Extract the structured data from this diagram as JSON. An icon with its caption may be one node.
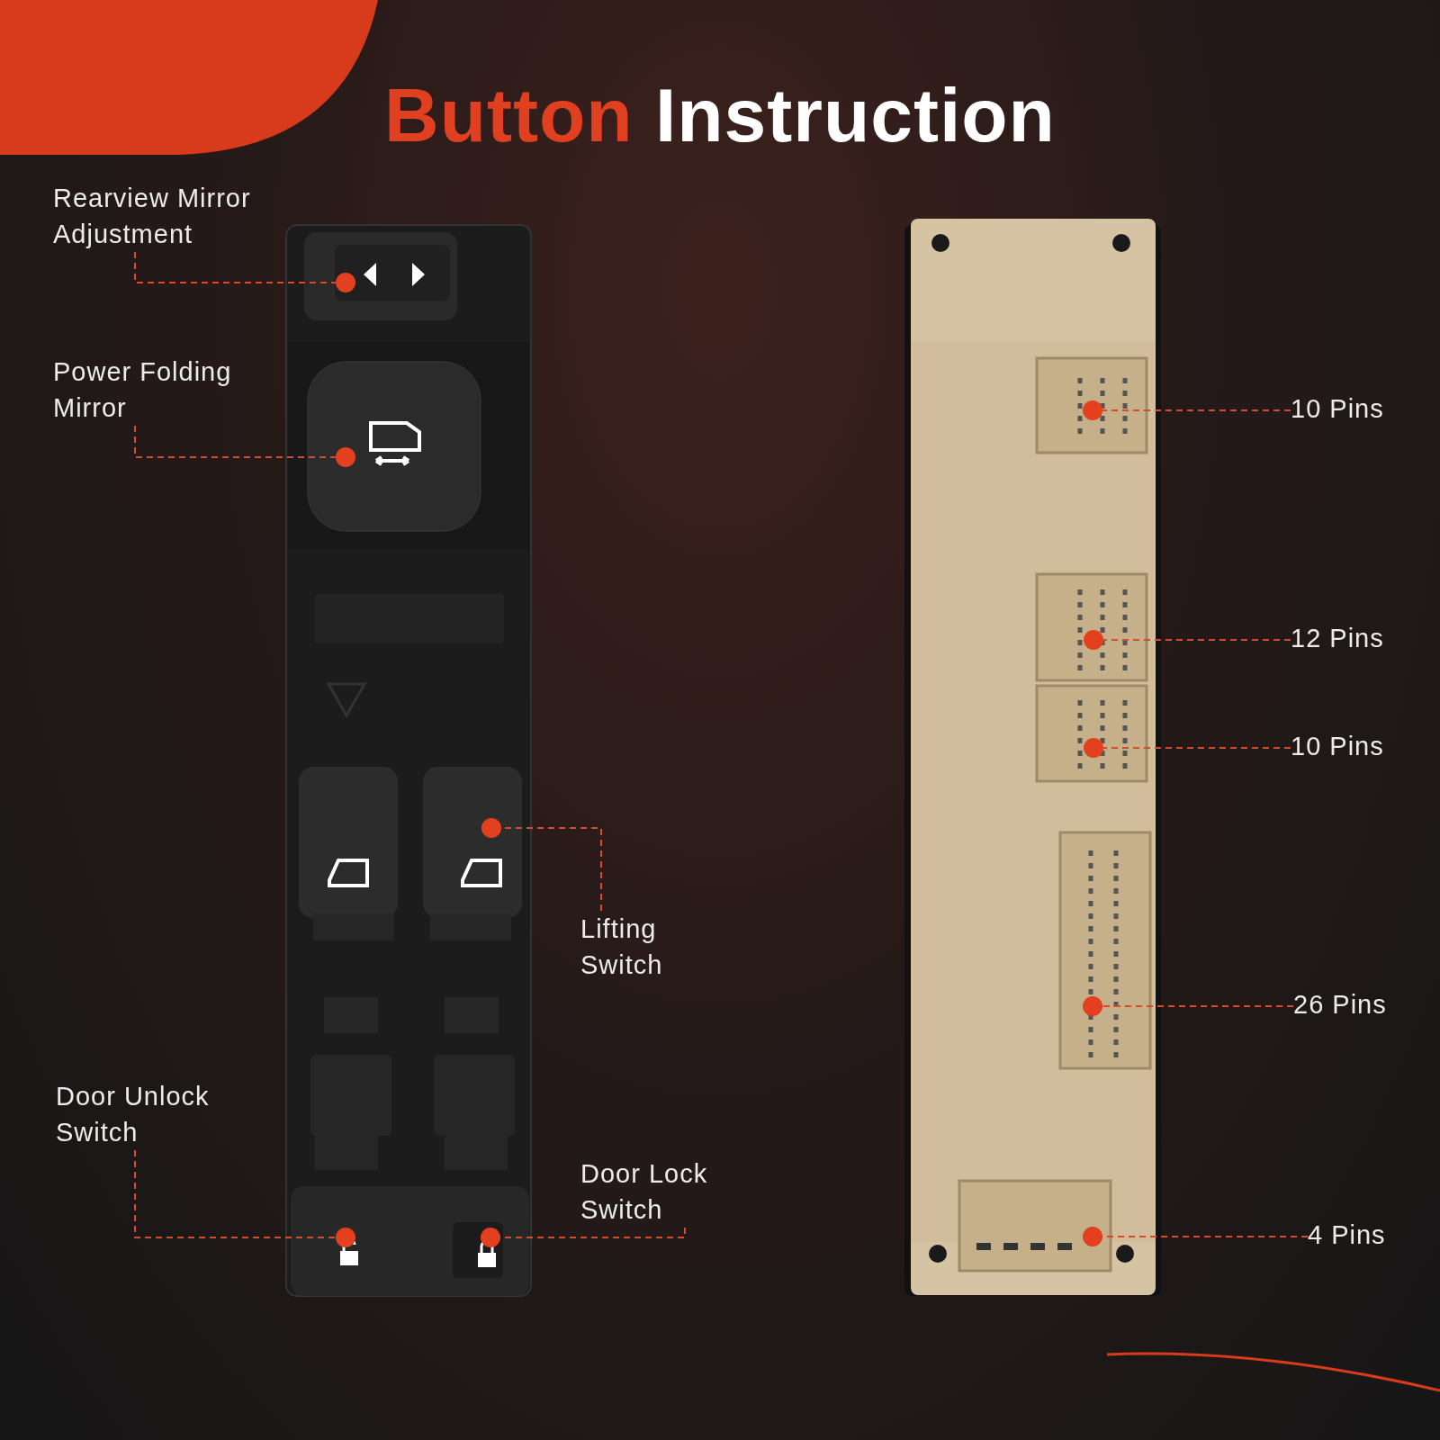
{
  "diagram": {
    "title": "Button Instruction",
    "nodes": [
      {
        "text": [
          "Rearview Mirror Adjustment"
        ]
      },
      {
        "text": [],
        "shape": "circle"
      },
      {
        "text": [
          "Power Folding Mirror"
        ]
      },
      {
        "text": [],
        "shape": "circle"
      },
      {
        "text": [
          "Lifting Switch"
        ]
      },
      {
        "text": [],
        "shape": "circle"
      },
      {
        "text": [
          "Door Unlock Switch"
        ]
      },
      {
        "text": [],
        "shape": "circle"
      },
      {
        "text": [
          "Door Lock Switch"
        ]
      },
      {
        "text": [],
        "shape": "circle"
      },
      {
        "text": [
          "10 Pins"
        ]
      },
      {
        "text": [],
        "shape": "circle"
      },
      {
        "text": [
          "12 Pins"
        ]
      },
      {
        "text": [],
        "shape": "circle"
      },
      {
        "text": [
          "10 Pins"
        ]
      },
      {
        "text": [],
        "shape": "circle"
      },
      {
        "text": [
          "26 Pins"
        ]
      },
      {
        "text": [],
        "shape": "circle"
      },
      {
        "text": [
          "4 Pins"
        ]
      },
      {
        "text": [],
        "shape": "circle"
      }
    ],
    "edges": [
      {
        "from": 0,
        "to": 1,
        "arrow": "none",
        "style": "dashed"
      },
      {
        "from": 2,
        "to": 3,
        "arrow": "none",
        "style": "dashed"
      },
      {
        "from": 4,
        "to": 5,
        "arrow": "none",
        "style": "dashed"
      },
      {
        "from": 6,
        "to": 7,
        "arrow": "none",
        "style": "dashed"
      },
      {
        "from": 8,
        "to": 9,
        "arrow": "none",
        "style": "dashed"
      },
      {
        "from": 10,
        "to": 11,
        "arrow": "none",
        "style": "dashed"
      },
      {
        "from": 12,
        "to": 13,
        "arrow": "none",
        "style": "dashed"
      },
      {
        "from": 14,
        "to": 15,
        "arrow": "none",
        "style": "dashed"
      },
      {
        "from": 16,
        "to": 17,
        "arrow": "none",
        "style": "dashed"
      },
      {
        "from": 18,
        "to": 19,
        "arrow": "none",
        "style": "dashed"
      }
    ]
  }
}
